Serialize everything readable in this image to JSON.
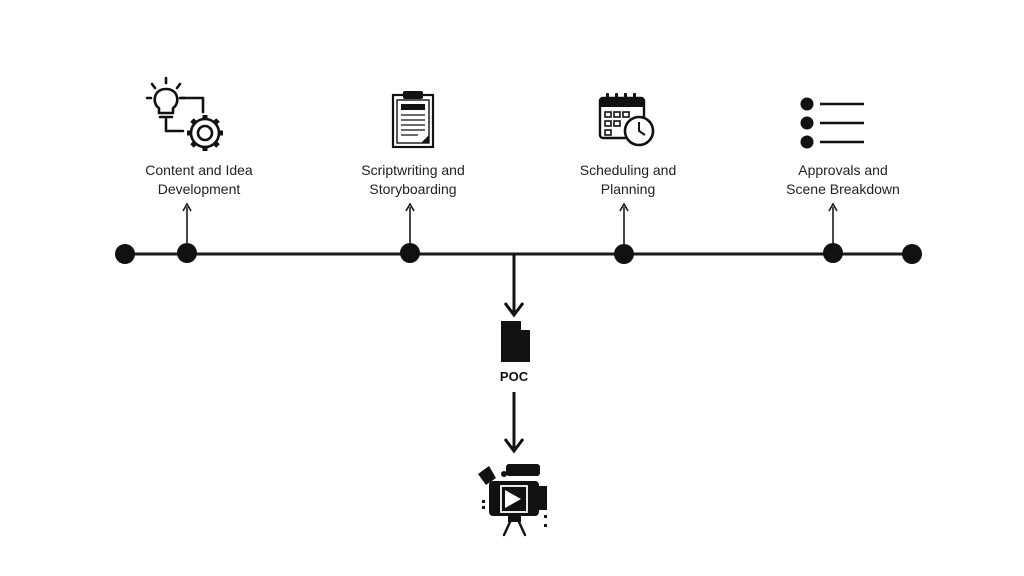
{
  "stages": [
    {
      "line1": "Content and Idea",
      "line2": "Development",
      "icon": "idea-gear-icon"
    },
    {
      "line1": "Scriptwriting and",
      "line2": "Storyboarding",
      "icon": "clipboard-script-icon"
    },
    {
      "line1": "Scheduling and",
      "line2": "Planning",
      "icon": "calendar-clock-icon"
    },
    {
      "line1": "Approvals and",
      "line2": "Scene Breakdown",
      "icon": "bullet-list-icon"
    }
  ],
  "poc": {
    "label": "POC",
    "icon": "document-icon"
  },
  "output": {
    "icon": "video-camera-icon"
  },
  "colors": {
    "line": "#1a1a1a",
    "text": "#222222",
    "background": "#ffffff"
  }
}
